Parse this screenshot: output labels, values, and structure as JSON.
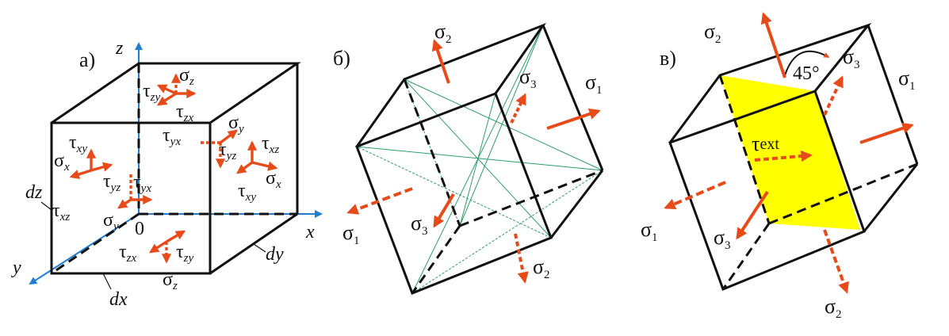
{
  "panels": {
    "a": {
      "label": "а)"
    },
    "b": {
      "label": "б)"
    },
    "c": {
      "label": "в)"
    }
  },
  "axes": {
    "x": "x",
    "y": "y",
    "z": "z",
    "origin": "0"
  },
  "dims": {
    "dx": "dx",
    "dy": "dy",
    "dz": "dz"
  },
  "stress": {
    "sigma": "σ",
    "tau": "τ",
    "x": "x",
    "y": "y",
    "z": "z",
    "xy": "xy",
    "yx": "yx",
    "xz": "xz",
    "zx": "zx",
    "yz": "yz",
    "zy": "zy",
    "one": "1",
    "two": "2",
    "three": "3",
    "ext": "ext"
  },
  "angle": "45°",
  "colors": {
    "arrow": "#E84B1A",
    "axis": "#1E7FD0",
    "plane": "#FFFF00",
    "diagonal": "#2E9E6A",
    "edge": "#111111"
  }
}
